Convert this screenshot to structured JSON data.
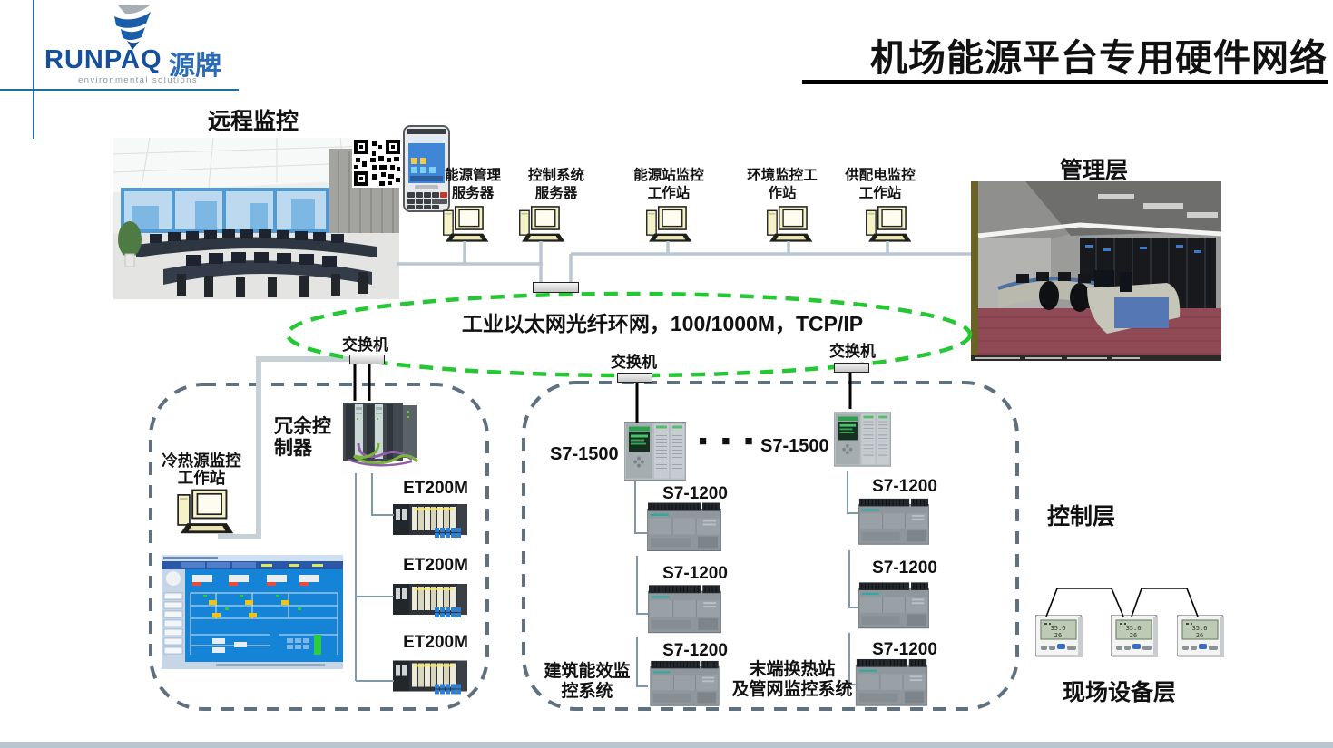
{
  "header": {
    "logo_brand": "RUNPAQ",
    "logo_brand_cn": "源牌",
    "logo_tagline": "environmental solutions",
    "title": "机场能源平台专用硬件网络"
  },
  "labels": {
    "remote": "远程监控",
    "management": "管理层",
    "control_layer": "控制层",
    "field_layer": "现场设备层"
  },
  "ring": {
    "label": "工业以太网光纤环网，100/1000M，TCP/IP",
    "color_hex": "#26c734"
  },
  "switches": [
    "交换机",
    "交换机",
    "交换机"
  ],
  "workstations": [
    {
      "line1": "能源管理",
      "line2": "服务器"
    },
    {
      "line1": "控制系统",
      "line2": "服务器"
    },
    {
      "line1": "能源站监控",
      "line2": "工作站"
    },
    {
      "line1": "环境监控工",
      "line2": "作站"
    },
    {
      "line1": "供配电监控",
      "line2": "工作站"
    }
  ],
  "left_section": {
    "controller_line1": "冗余控",
    "controller_line2": "制器",
    "hmi_line1": "冷热源监控",
    "hmi_line2": "工作站",
    "remote_io": [
      "ET200M",
      "ET200M",
      "ET200M"
    ]
  },
  "middle_section": {
    "plc1500_left": "S7-1500",
    "plc1500_right": "S7-1500",
    "ellipsis_dots": "■ ■ ■",
    "left_chain": [
      "S7-1200",
      "S7-1200",
      "S7-1200"
    ],
    "right_chain": [
      "S7-1200",
      "S7-1200",
      "S7-1200"
    ],
    "left_caption_line1": "建筑能效监",
    "left_caption_line2": "控系统",
    "right_caption_line1": "末端换热站",
    "right_caption_line2": "及管网监控系统"
  },
  "colors": {
    "ring_green": "#26c734",
    "section_dash": "#5f707e",
    "bus_line": "#b9c7d2",
    "accent_blue": "#1f6fa0"
  }
}
